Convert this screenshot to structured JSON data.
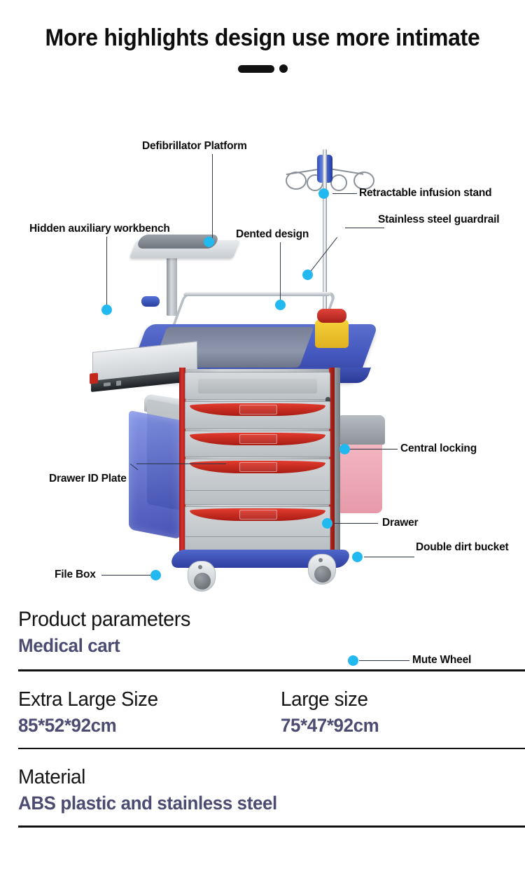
{
  "header": {
    "title": "More highlights design use more intimate",
    "indicator": {
      "pill": "",
      "dot": ""
    }
  },
  "diagram": {
    "alt": "Medical emergency crash cart with labeled features",
    "callouts": [
      {
        "id": "defibrillator-platform",
        "label": "Defibrillator Platform"
      },
      {
        "id": "retractable-infusion-stand",
        "label": "Retractable infusion stand"
      },
      {
        "id": "hidden-auxiliary-workbench",
        "label": "Hidden auxiliary workbench"
      },
      {
        "id": "dented-design",
        "label": "Dented design"
      },
      {
        "id": "stainless-steel-guardrail",
        "label": "Stainless steel guardrail"
      },
      {
        "id": "central-locking",
        "label": "Central locking"
      },
      {
        "id": "drawer-id-plate",
        "label": "Drawer ID Plate"
      },
      {
        "id": "drawer",
        "label": "Drawer"
      },
      {
        "id": "double-dirt-bucket",
        "label": "Double dirt bucket"
      },
      {
        "id": "file-box",
        "label": "File Box"
      },
      {
        "id": "mute-wheel",
        "label": "Mute Wheel"
      }
    ],
    "colors": {
      "marker": "#22b9f0",
      "leader": "#2c3444"
    }
  },
  "parameters": {
    "title": "Product parameters",
    "subtitle": "Medical cart",
    "rows": [
      {
        "left_key": "Extra Large Size",
        "left_value": "85*52*92cm",
        "right_key": "Large size",
        "right_value": "75*47*92cm"
      },
      {
        "left_key": "Material",
        "left_value": "ABS plastic and stainless steel",
        "right_key": "",
        "right_value": ""
      }
    ],
    "accent_color": "#4c4c72"
  }
}
